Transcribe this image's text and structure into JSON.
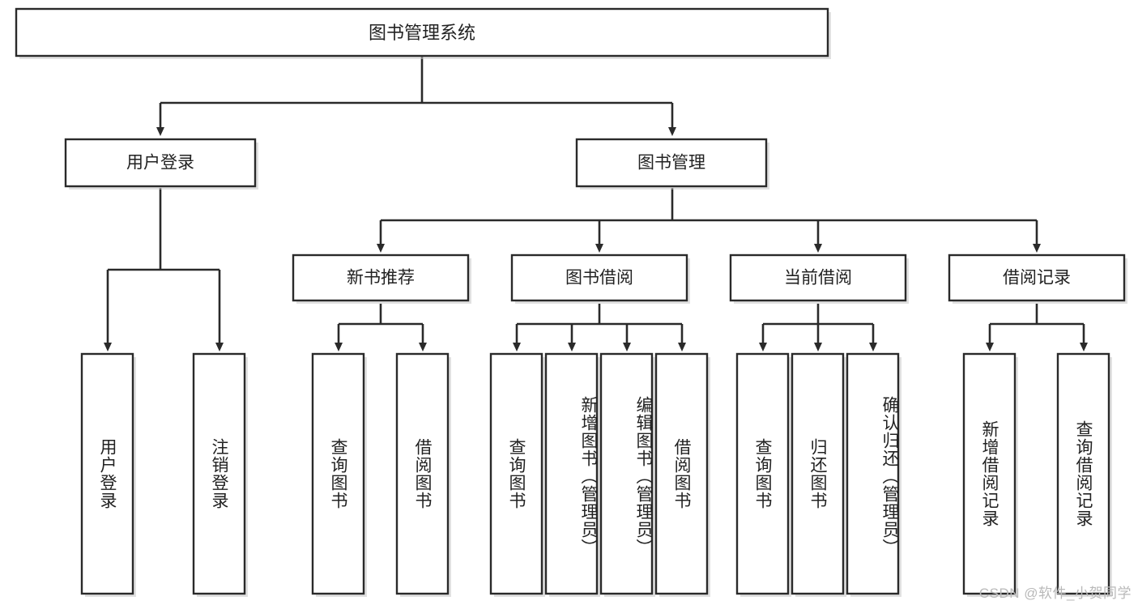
{
  "diagram": {
    "type": "tree-hierarchy",
    "title": "图书管理系统",
    "watermark": "CSDN @软件_小贺同学",
    "colors": {
      "stroke": "#2a2a2a",
      "fill": "#ffffff",
      "text": "#222222",
      "shadow": "#c9c9c9",
      "watermark": "#b9b9b9"
    },
    "levels": {
      "root": {
        "label": "图书管理系统"
      },
      "level2": [
        {
          "label": "用户登录"
        },
        {
          "label": "图书管理"
        }
      ],
      "level3": [
        {
          "label": "新书推荐"
        },
        {
          "label": "图书借阅"
        },
        {
          "label": "当前借阅"
        },
        {
          "label": "借阅记录"
        }
      ]
    },
    "leaves": {
      "user_login": [
        {
          "label": "用户登录"
        },
        {
          "label": "注销登录"
        }
      ],
      "new_book_recommend": [
        {
          "label": "查询图书"
        },
        {
          "label": "借阅图书"
        }
      ],
      "book_borrow": [
        {
          "label": "查询图书"
        },
        {
          "label": "新增图书（管理员）"
        },
        {
          "label": "编辑图书（管理员）"
        },
        {
          "label": "借阅图书"
        }
      ],
      "current_borrow": [
        {
          "label": "查询图书"
        },
        {
          "label": "归还图书"
        },
        {
          "label": "确认归还（管理员）"
        }
      ],
      "borrow_record": [
        {
          "label": "新增借阅记录"
        },
        {
          "label": "查询借阅记录"
        }
      ]
    }
  }
}
